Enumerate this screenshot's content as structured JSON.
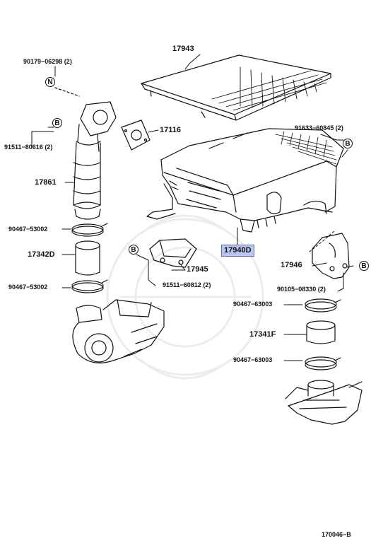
{
  "callouts": {
    "p17943": "17943",
    "p90179_06298": "90179−06298 (2)",
    "p17116": "17116",
    "p91633_60845": "91633−60845 (2)",
    "p91511_80616": "91511−80616 (2)",
    "p17861": "17861",
    "p90467_53002_a": "90467−53002",
    "p17342D": "17342D",
    "p90467_53002_b": "90467−53002",
    "p17945": "17945",
    "p17940D": "17940D",
    "p17946": "17946",
    "p91511_60812": "91511−60812 (2)",
    "p90105_08330": "90105−08330 (2)",
    "p90467_63003_a": "90467−63003",
    "p17341F": "17341F",
    "p90467_63003_b": "90467−63003"
  },
  "markers": {
    "n": "N",
    "b": "B"
  },
  "diagram_id": "170046−B",
  "highlight_color": "#b9c6f2"
}
